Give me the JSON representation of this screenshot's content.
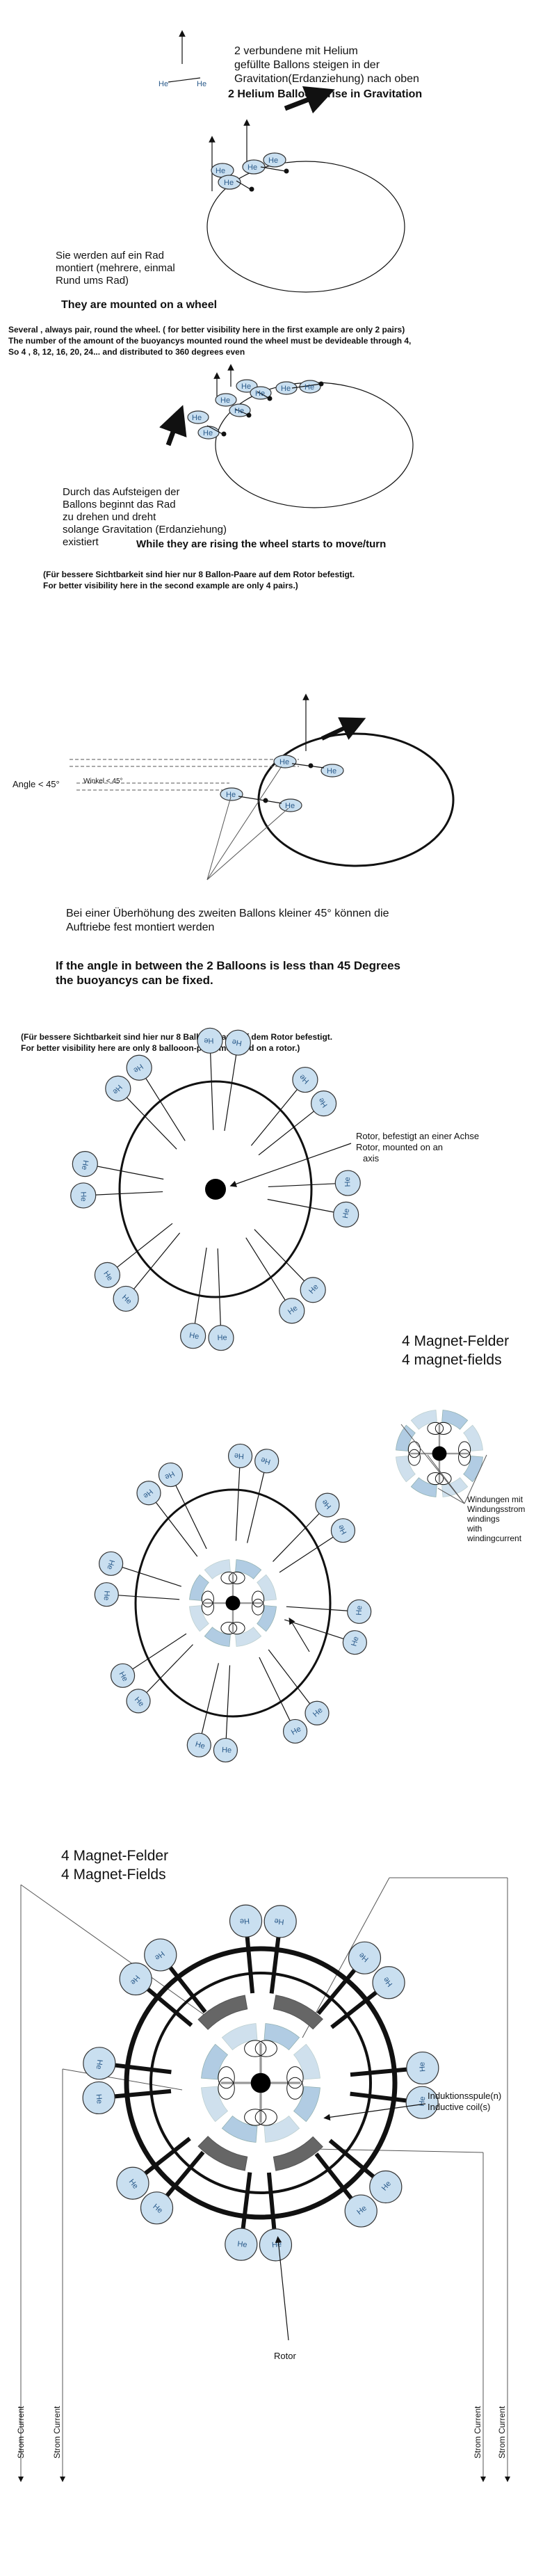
{
  "section1": {
    "title_de": "2 verbundene mit Helium gefüllte Ballons steigen in der Gravitation(Erdanziehung) nach oben",
    "title_de_lines": [
      "2 verbundene mit Helium",
      "gefüllte Ballons steigen in der",
      "Gravitation(Erdanziehung) nach oben"
    ],
    "title_en": "2 Helium Balloons rise in Gravitation",
    "balloon_label": "He"
  },
  "section2": {
    "text_de_lines": [
      "Sie werden auf ein Rad",
      "montiert (mehrere, einmal",
      "Rund ums Rad)"
    ],
    "text_en": "They are mounted on a wheel",
    "note_lines": [
      "Several , always pair, round the wheel. ( for better visibility here in the first example are only 2 pairs)",
      "The number of the amount of the buoyancys mounted round the wheel must be devideable through 4,",
      "So 4 , 8, 12, 16, 20, 24... and distributed to 360 degrees even"
    ]
  },
  "section3": {
    "text_de_lines": [
      "Durch das Aufsteigen der",
      "Ballons beginnt das Rad",
      "zu drehen und dreht",
      "solange Gravitation (Erdanziehung)",
      "existiert"
    ],
    "text_en": "While they are rising the wheel starts to move/turn",
    "note_lines": [
      "(Für bessere Sichtbarkeit sind hier nur 8 Ballon-Paare auf dem Rotor befestigt.",
      "For better visibility here in the second example are only 4 pairs.)"
    ]
  },
  "section4": {
    "angle_label": "Angle < 45°",
    "winkel_label": "Winkel < 45°",
    "text_de_lines": [
      "Bei einer Überhöhung des zweiten Ballons kleiner 45° können die",
      "Auftriebe fest montiert werden"
    ],
    "text_en_lines": [
      "If the angle in between the 2 Balloons is less than 45 Degrees",
      "the buoyancys can be fixed."
    ]
  },
  "section5": {
    "note_lines": [
      "(Für bessere Sichtbarkeit sind hier nur 8 Ballon-Paare auf dem Rotor befestigt.",
      "For better visibility here are only 8 ballooon-pairs mounted on a rotor.)"
    ],
    "rotor_lines": [
      "Rotor, befestigt an einer Achse",
      "Rotor, mounted on an",
      "axis"
    ]
  },
  "section6": {
    "magnet_title_lines": [
      "4 Magnet-Felder",
      "4 magnet-fields"
    ],
    "windings_lines": [
      "Windungen mit",
      "Windungsstrom",
      "windings",
      "with",
      "windingcurrent"
    ]
  },
  "section7": {
    "magnet_title_lines": [
      "4 Magnet-Felder",
      "4 Magnet-Fields"
    ],
    "coil_lines": [
      "Induktionsspule(n)",
      "Inductive coil(s)"
    ],
    "rotor_label": "Rotor",
    "current_label": "Strom Current"
  },
  "colors": {
    "balloon_fill": "#c9dff0",
    "magnet_fill": "#a9c7e0",
    "magnet_dark": "#666666",
    "line": "#111111"
  }
}
